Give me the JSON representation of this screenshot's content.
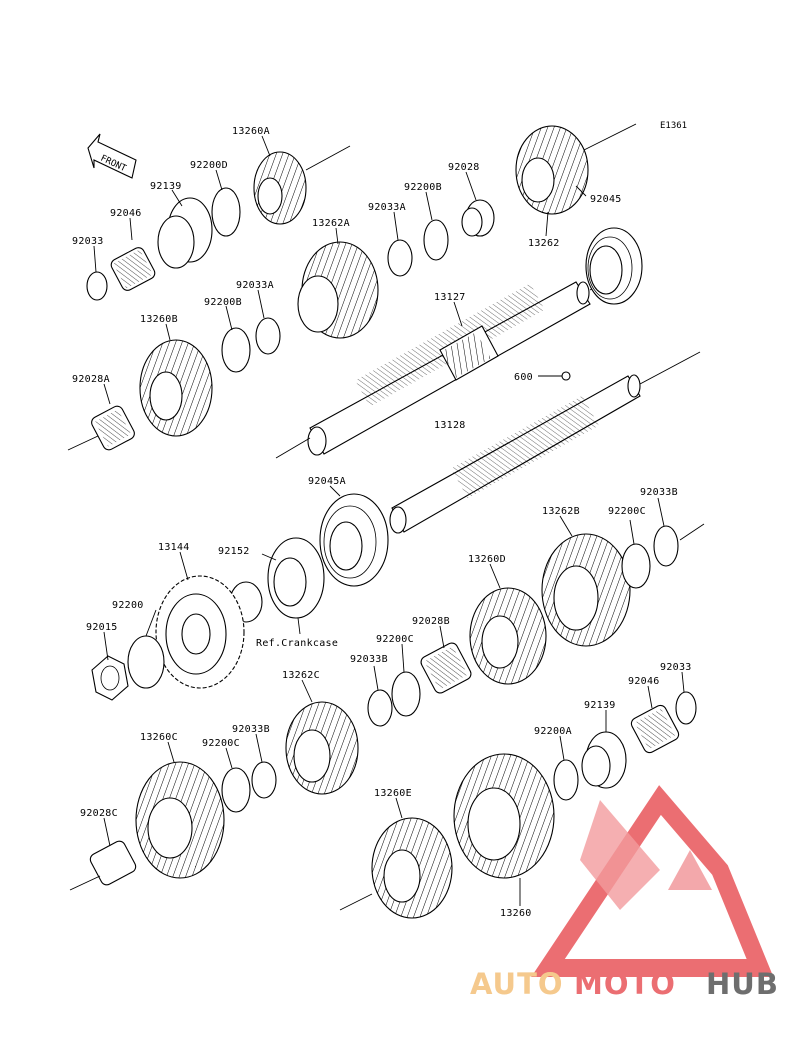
{
  "diagram_code": "E1361",
  "front_label": "FRONT",
  "watermark": {
    "part1": "AUTO",
    "part2": "MOTO",
    "part3": "HUB",
    "color_light": "#f4c07a",
    "color_red": "#e8555a",
    "color_dark": "#555555"
  },
  "labels": {
    "p13260A": "13260A",
    "p92200D": "92200D",
    "p92139_top": "92139",
    "p92046_top": "92046",
    "p92033_top": "92033",
    "p13262A": "13262A",
    "p92033A_mid": "92033A",
    "p92200B_top": "92200B",
    "p92028": "92028",
    "p92045": "92045",
    "p13262": "13262",
    "p92033A_left": "92033A",
    "p92200B_left": "92200B",
    "p13260B": "13260B",
    "p13127": "13127",
    "p92028A": "92028A",
    "p600": "600",
    "p13128": "13128",
    "p92045A": "92045A",
    "p13144": "13144",
    "p92152": "92152",
    "p92200": "92200",
    "p92015": "92015",
    "ref_crankcase": "Ref.Crankcase",
    "p13262B": "13262B",
    "p92200C_right": "92200C",
    "p92033B_right": "92033B",
    "p13260D": "13260D",
    "p92028B": "92028B",
    "p92200C_mid": "92200C",
    "p92033B_mid": "92033B",
    "p13262C": "13262C",
    "p92033B_left": "92033B",
    "p92200C_left": "92200C",
    "p13260C": "13260C",
    "p92028C": "92028C",
    "p92033_right": "92033",
    "p92046_right": "92046",
    "p92139_right": "92139",
    "p92200A": "92200A",
    "p13260E": "13260E",
    "p13260": "13260"
  }
}
